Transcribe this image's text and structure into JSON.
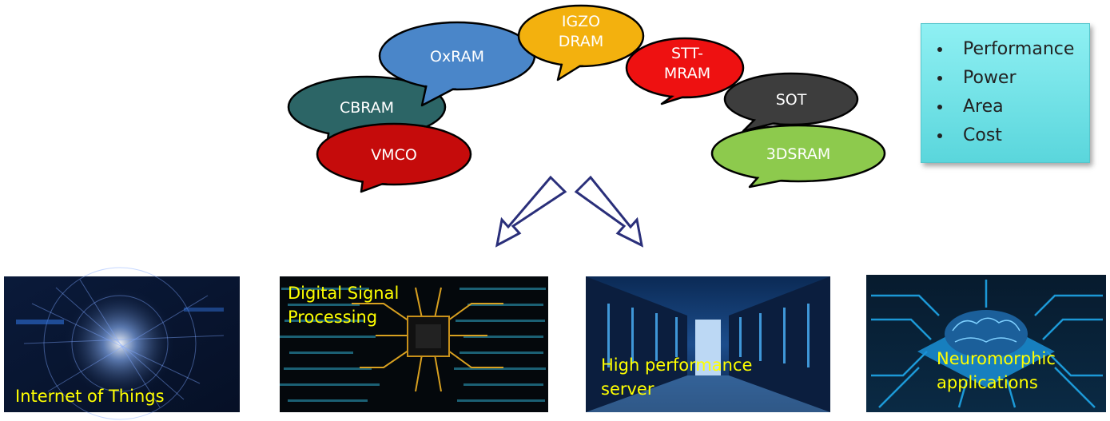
{
  "memories": [
    {
      "id": "oxram",
      "lines": [
        "OxRAM"
      ],
      "color": "#4a86c9"
    },
    {
      "id": "igzo",
      "lines": [
        "IGZO",
        "DRAM"
      ],
      "color": "#f3b10e"
    },
    {
      "id": "sttmram",
      "lines": [
        "STT-",
        "MRAM"
      ],
      "color": "#ee1111"
    },
    {
      "id": "cbram",
      "lines": [
        "CBRAM"
      ],
      "color": "#2c6566"
    },
    {
      "id": "sot",
      "lines": [
        "SOT"
      ],
      "color": "#3d3d3d"
    },
    {
      "id": "vmco",
      "lines": [
        "VMCO"
      ],
      "color": "#c50b0b"
    },
    {
      "id": "sdsram",
      "lines": [
        "3DSRAM"
      ],
      "color": "#8dca4d"
    }
  ],
  "criteria": [
    "Performance",
    "Power",
    "Area",
    "Cost"
  ],
  "applications": [
    {
      "id": "iot",
      "lines": [
        "Internet of Things"
      ]
    },
    {
      "id": "dsp",
      "lines": [
        "Digital Signal",
        "Processing"
      ]
    },
    {
      "id": "hpc",
      "lines": [
        "High performance",
        "server"
      ]
    },
    {
      "id": "neuro",
      "lines": [
        "Neuromorphic",
        "applications"
      ]
    }
  ]
}
